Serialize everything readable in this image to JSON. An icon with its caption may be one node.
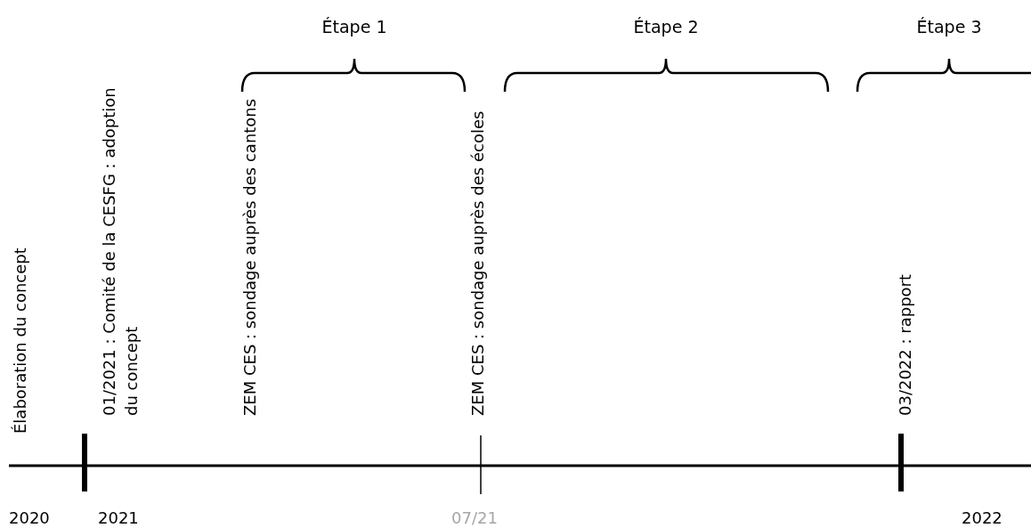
{
  "diagram": {
    "labels": [
      "Étape 1",
      "Étape 2",
      "Étape 3",
      "Élaboration du concept",
      "01/2021 : Comité de la CESFG : adoption du concept",
      "ZEM CES : sondage auprès des cantons",
      "ZEM CES : sondage auprès des écoles",
      "03/2022 : rapport",
      "2020",
      "2021",
      "07/21",
      "2022"
    ]
  }
}
